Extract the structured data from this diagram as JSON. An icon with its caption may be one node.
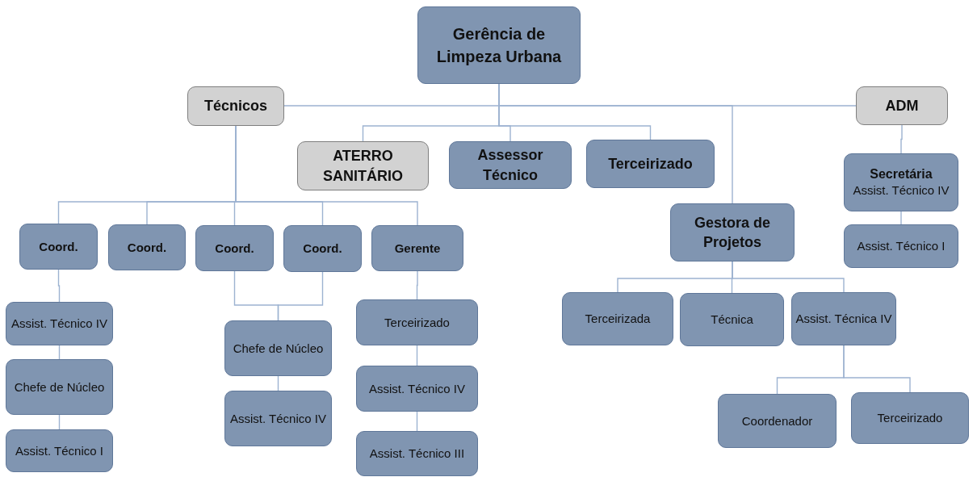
{
  "diagram": {
    "nodes": [
      {
        "text": [
          "Gerência de Limpeza Urbana"
        ]
      },
      {
        "text": [
          "Técnicos"
        ]
      },
      {
        "text": [
          "ADM"
        ]
      },
      {
        "text": [
          "ATERRO SANITÁRIO"
        ]
      },
      {
        "text": [
          "Assessor Técnico"
        ]
      },
      {
        "text": [
          "Terceirizado"
        ]
      },
      {
        "text": [
          "Secretária",
          "Assist. Técnico IV"
        ]
      },
      {
        "text": [
          "Assist. Técnico I"
        ]
      },
      {
        "text": [
          "Gestora de Projetos"
        ]
      },
      {
        "text": [
          "Coord."
        ]
      },
      {
        "text": [
          "Coord."
        ]
      },
      {
        "text": [
          "Coord."
        ]
      },
      {
        "text": [
          "Coord."
        ]
      },
      {
        "text": [
          "Gerente"
        ]
      },
      {
        "text": [
          "Assist. Técnico IV"
        ]
      },
      {
        "text": [
          "Chefe de Núcleo"
        ]
      },
      {
        "text": [
          "Assist. Técnico I"
        ]
      },
      {
        "text": [
          "Chefe de Núcleo"
        ]
      },
      {
        "text": [
          "Assist. Técnico IV"
        ]
      },
      {
        "text": [
          "Terceirizado"
        ]
      },
      {
        "text": [
          "Assist. Técnico IV"
        ]
      },
      {
        "text": [
          "Assist. Técnico III"
        ]
      },
      {
        "text": [
          "Terceirizada"
        ]
      },
      {
        "text": [
          "Técnica"
        ]
      },
      {
        "text": [
          "Assist. Técnica IV"
        ]
      },
      {
        "text": [
          "Coordenador"
        ]
      },
      {
        "text": [
          "Terceirizado"
        ]
      }
    ],
    "edges": [
      {
        "from": 0,
        "to": 1,
        "arrow": "none"
      },
      {
        "from": 0,
        "to": 2,
        "arrow": "none"
      },
      {
        "from": 0,
        "to": 3,
        "arrow": "none"
      },
      {
        "from": 0,
        "to": 4,
        "arrow": "none"
      },
      {
        "from": 0,
        "to": 5,
        "arrow": "none"
      },
      {
        "from": 0,
        "to": 8,
        "arrow": "none"
      },
      {
        "from": 2,
        "to": 6,
        "arrow": "none"
      },
      {
        "from": 6,
        "to": 7,
        "arrow": "none"
      },
      {
        "from": 1,
        "to": 9,
        "arrow": "none"
      },
      {
        "from": 1,
        "to": 10,
        "arrow": "none"
      },
      {
        "from": 1,
        "to": 11,
        "arrow": "none"
      },
      {
        "from": 1,
        "to": 12,
        "arrow": "none"
      },
      {
        "from": 1,
        "to": 13,
        "arrow": "none"
      },
      {
        "from": 9,
        "to": 14,
        "arrow": "none"
      },
      {
        "from": 14,
        "to": 15,
        "arrow": "none"
      },
      {
        "from": 15,
        "to": 16,
        "arrow": "none"
      },
      {
        "from": 11,
        "to": 17,
        "arrow": "none"
      },
      {
        "from": 12,
        "to": 17,
        "arrow": "none"
      },
      {
        "from": 17,
        "to": 18,
        "arrow": "none"
      },
      {
        "from": 13,
        "to": 19,
        "arrow": "none"
      },
      {
        "from": 19,
        "to": 20,
        "arrow": "none"
      },
      {
        "from": 20,
        "to": 21,
        "arrow": "none"
      },
      {
        "from": 8,
        "to": 22,
        "arrow": "none"
      },
      {
        "from": 8,
        "to": 23,
        "arrow": "none"
      },
      {
        "from": 8,
        "to": 24,
        "arrow": "none"
      },
      {
        "from": 24,
        "to": 25,
        "arrow": "none"
      },
      {
        "from": 24,
        "to": 26,
        "arrow": "none"
      }
    ]
  }
}
